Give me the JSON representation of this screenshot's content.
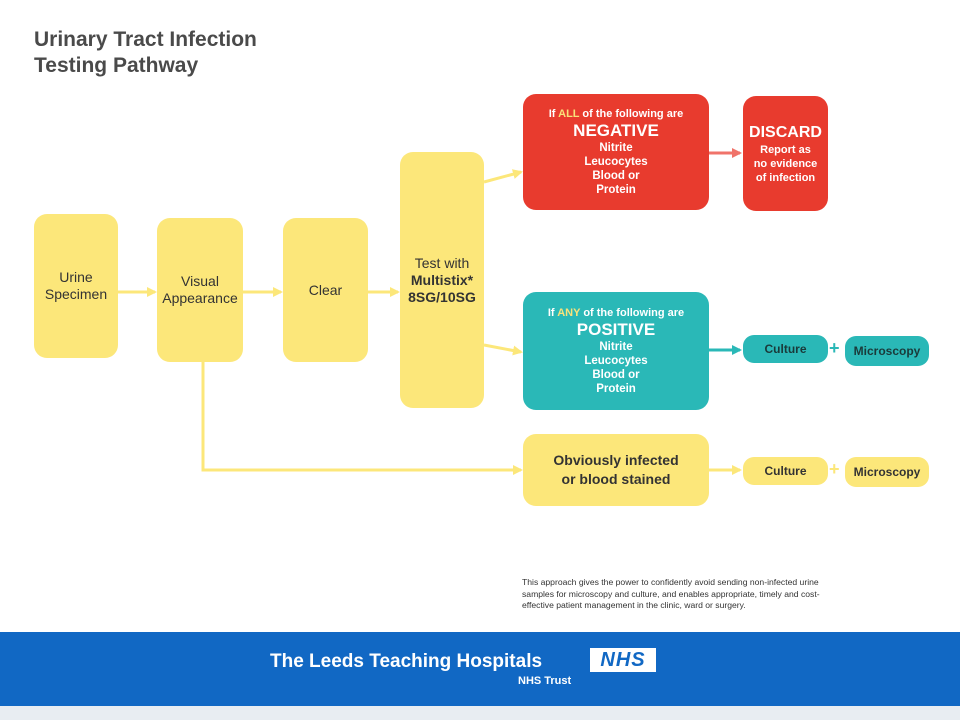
{
  "title": {
    "line1": "Urinary Tract Infection",
    "line2": "Testing Pathway"
  },
  "steps": {
    "urine": [
      "Urine",
      "Specimen"
    ],
    "visual": [
      "Visual",
      "Appearance"
    ],
    "clear": "Clear",
    "test": {
      "line1": "Test with",
      "line2": "Multistix*",
      "line3": "8SG/10SG"
    }
  },
  "negative_box": {
    "prefix": "If",
    "keyword": "ALL",
    "suffix": "of the following are",
    "result": "NEGATIVE",
    "items": [
      "Nitrite",
      "Leucocytes",
      "Blood or",
      "Protein"
    ]
  },
  "discard_box": {
    "title": "DISCARD",
    "lines": [
      "Report as",
      "no evidence",
      "of infection"
    ]
  },
  "positive_box": {
    "prefix": "If",
    "keyword": "ANY",
    "suffix": "of the following are",
    "result": "POSITIVE",
    "items": [
      "Nitrite",
      "Leucocytes",
      "Blood or",
      "Protein"
    ]
  },
  "obvious_box": {
    "lines": [
      "Obviously infected",
      "or blood stained"
    ]
  },
  "positive_actions": {
    "culture": "Culture",
    "plus": "+",
    "microscopy": "Microscopy"
  },
  "obvious_actions": {
    "culture": "Culture",
    "plus": "+",
    "microscopy": "Microscopy"
  },
  "note": "This approach gives the power to confidently avoid sending non-infected urine samples for microscopy and culture, and enables appropriate, timely and cost-effective patient management in the clinic, ward or surgery.",
  "footer": {
    "org_name": "The Leeds Teaching Hospitals",
    "logo": "NHS",
    "trust": "NHS Trust"
  },
  "colors": {
    "yellow": "#fce77a",
    "red": "#e83b2e",
    "teal": "#2ab8b7",
    "footer_blue": "#1168c4"
  }
}
